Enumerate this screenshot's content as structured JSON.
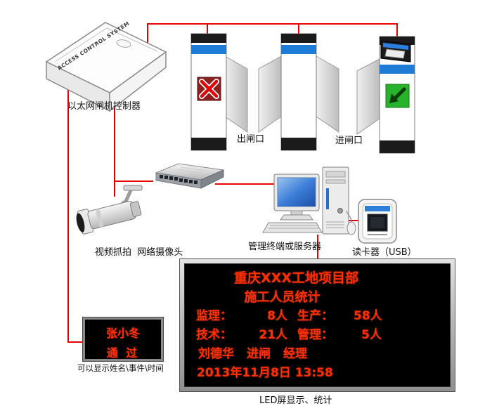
{
  "controller": {
    "device_text": "ACCESS CONTROL SYSTEM",
    "label": "以太网闸机控制器"
  },
  "gates": {
    "exit_label": "出闸口",
    "entry_label": "进闸口"
  },
  "camera": {
    "label": "视频抓拍  网络摄像头"
  },
  "server": {
    "label": "管理终端或服务器"
  },
  "card_reader": {
    "label": "读卡器（USB）"
  },
  "mini_led": {
    "name": "张小冬",
    "status": "通 过",
    "caption": "可以显示姓名\\事件\\时间"
  },
  "led": {
    "title": "重庆XXX工地项目部",
    "subtitle": "施工人员统计",
    "stats": [
      {
        "l_label": "监理：",
        "l_value": "8人",
        "r_label": "生产：",
        "r_value": "58人"
      },
      {
        "l_label": "技术：",
        "l_value": "21人",
        "r_label": "管理：",
        "r_value": "5人"
      }
    ],
    "event": {
      "name": "刘德华",
      "action": "进闸",
      "role": "经理"
    },
    "datetime": "2013年11月8日 13:58",
    "caption": "LED屏显示、统计"
  }
}
